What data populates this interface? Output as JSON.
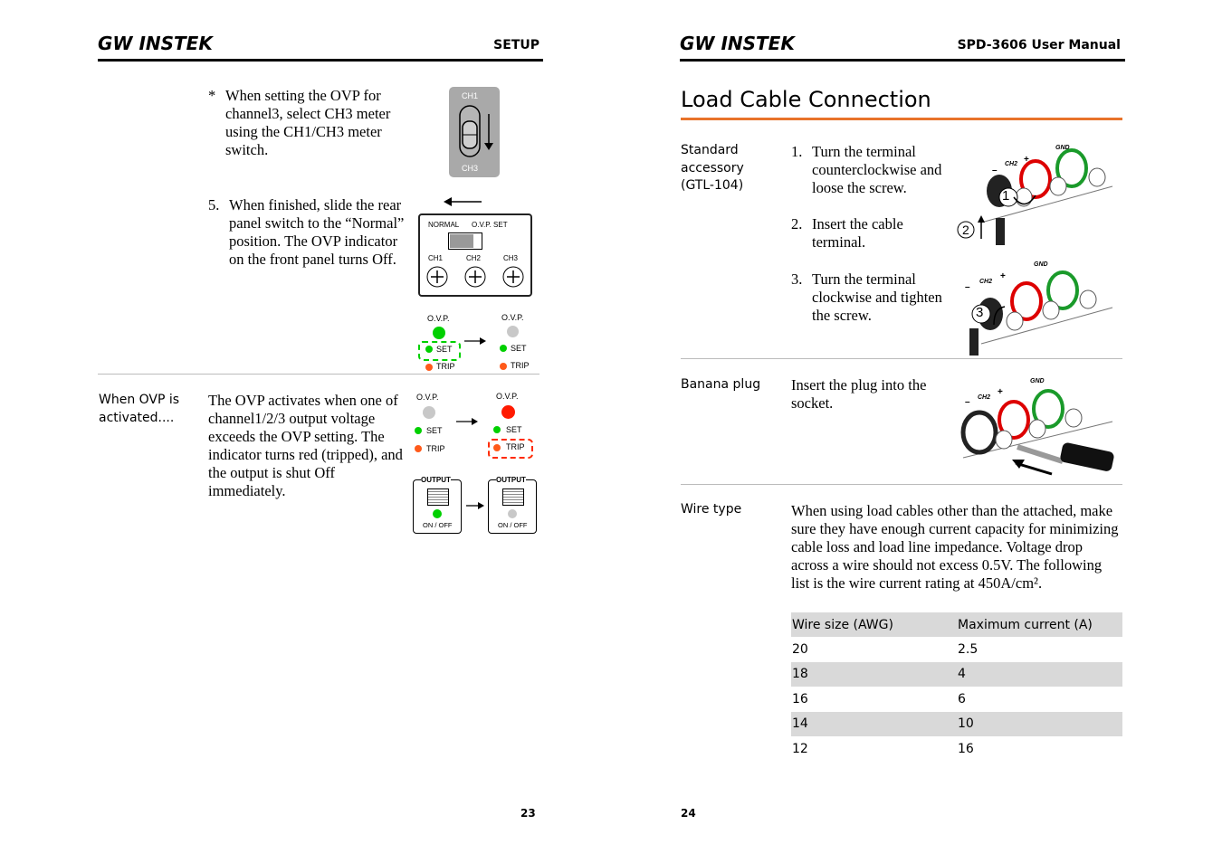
{
  "left_page": {
    "logo": "GW INSTEK",
    "header_right": "SETUP",
    "note_marker": "*",
    "note_text": "When setting the OVP for channel3, select CH3 meter using the CH1/CH3 meter switch.",
    "switch_top_label": "CH1",
    "switch_bottom_label": "CH3",
    "step5_number": "5.",
    "step5_text": "When finished, slide the rear panel switch to the “Normal” position. The OVP indicator on the front panel turns Off.",
    "panel_normal_label": "NORMAL",
    "panel_ovpset_label": "O.V.P. SET",
    "panel_channels": [
      "CH1",
      "CH2",
      "CH3"
    ],
    "ovp_label": "O.V.P.",
    "set_label": "SET",
    "trip_label": "TRIP",
    "section_label": "When OVP is activated....",
    "section_text": "The OVP activates when one of channel1/2/3 output voltage exceeds the OVP setting. The indicator turns red (tripped), and the output is shut Off immediately.",
    "output_label": "OUTPUT",
    "onoff_label": "ON / OFF",
    "page_number": "23"
  },
  "right_page": {
    "logo": "GW INSTEK",
    "header_right": "SPD-3606 User Manual",
    "title": "Load Cable Connection",
    "standard_label": "Standard accessory (GTL-104)",
    "steps": [
      {
        "num": "1.",
        "text": "Turn the terminal counterclockwise and loose the screw."
      },
      {
        "num": "2.",
        "text": "Insert the cable terminal."
      },
      {
        "num": "3.",
        "text": "Turn the terminal clockwise and tighten the screw."
      }
    ],
    "banana_label": "Banana plug",
    "banana_text": "Insert the plug into the socket.",
    "terminal_labels": {
      "minus": "–",
      "ch2": "CH2",
      "plus": "+",
      "gnd": "GND"
    },
    "callouts": [
      "1",
      "2",
      "3"
    ],
    "wire_label": "Wire type",
    "wire_text": "When using load cables other than the attached, make sure they have enough current capacity for minimizing cable loss and load line impedance. Voltage drop across a wire should not excess 0.5V. The following list is the wire current rating at 450A/cm².",
    "table": {
      "headers": [
        "Wire size (AWG)",
        "Maximum current (A)"
      ],
      "rows": [
        [
          "20",
          "2.5"
        ],
        [
          "18",
          "4"
        ],
        [
          "16",
          "6"
        ],
        [
          "14",
          "10"
        ],
        [
          "12",
          "16"
        ]
      ]
    },
    "page_number": "24"
  },
  "colors": {
    "green": "#00d000",
    "red": "#ff2a00",
    "orange": "#ff5a1a",
    "title_rule": "#e8732a",
    "gray": "#c8c8c8"
  }
}
